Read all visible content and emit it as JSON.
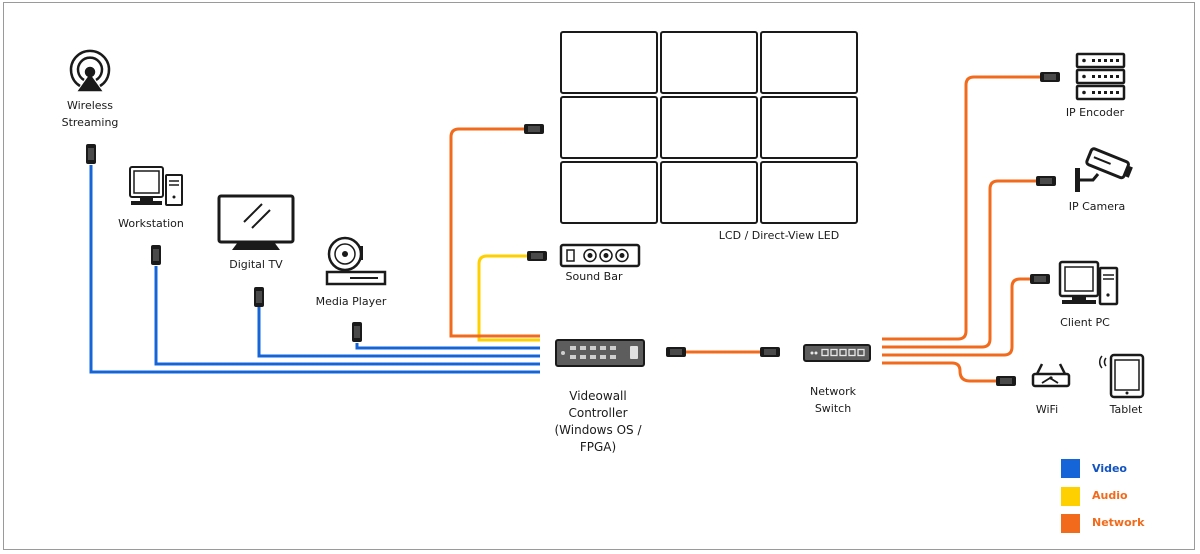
{
  "devices": {
    "wireless_streaming": "Wireless\nStreaming",
    "workstation": "Workstation",
    "digital_tv": "Digital TV",
    "media_player": "Media Player",
    "videowall_display": "LCD / Direct-View LED",
    "sound_bar": "Sound Bar",
    "videowall_controller": "Videowall\nController\n(Windows OS /\nFPGA)",
    "network_switch": "Network\nSwitch",
    "ip_encoder": "IP Encoder",
    "ip_camera": "IP Camera",
    "client_pc": "Client PC",
    "wifi": "WiFi",
    "tablet": "Tablet"
  },
  "legend": [
    {
      "label": "Video",
      "color": "#1565d8"
    },
    {
      "label": "Audio",
      "color": "#ffd000"
    },
    {
      "label": "Network",
      "color": "#f26a1b"
    }
  ],
  "colors": {
    "video": "#1565d8",
    "audio": "#ffd000",
    "network": "#f26a1b",
    "device": "#1a1a1a"
  }
}
